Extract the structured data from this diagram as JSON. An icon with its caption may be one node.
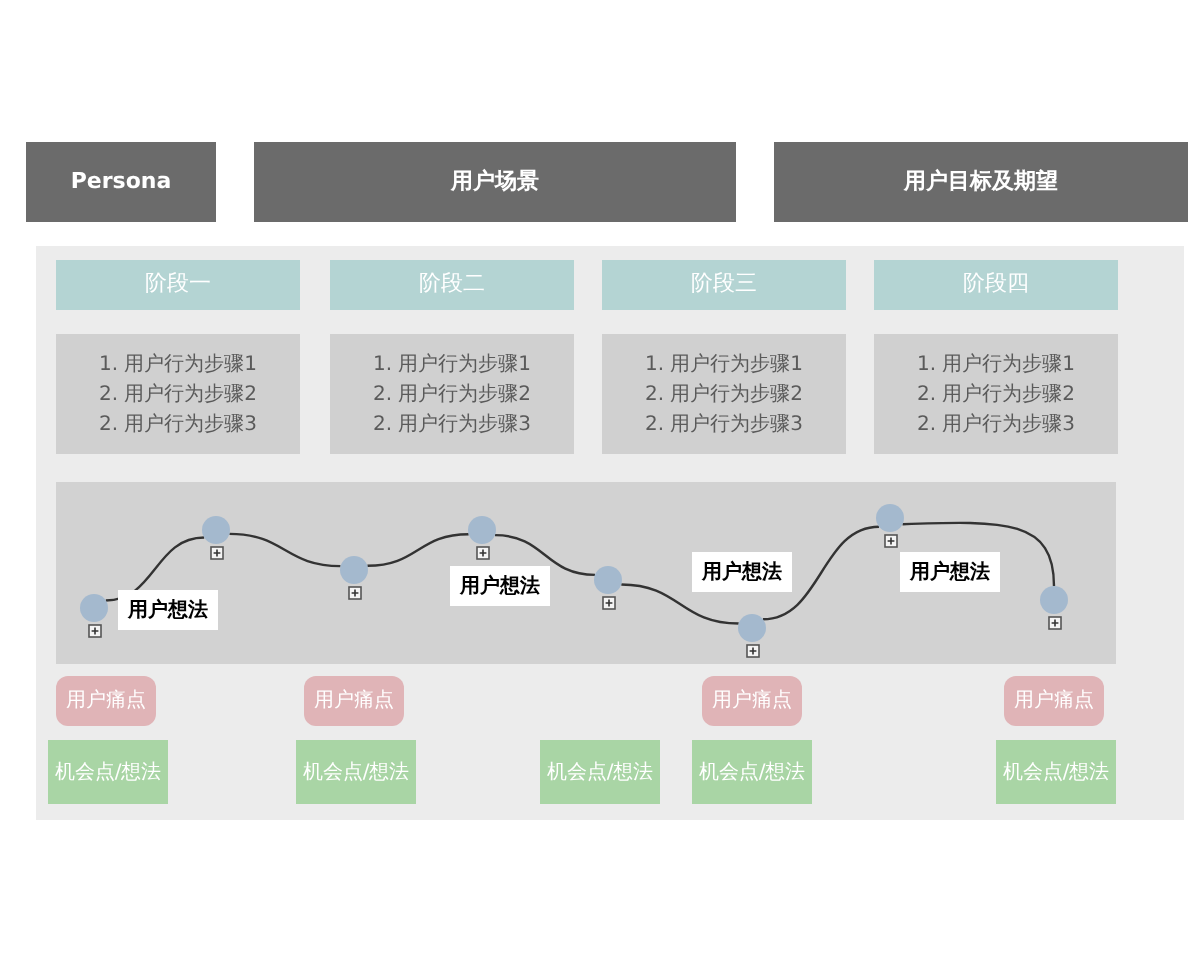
{
  "diagram": {
    "nodes": [
      {
        "text": [
          "Persona"
        ]
      },
      {
        "text": [
          "用户场景"
        ]
      },
      {
        "text": [
          "用户目标及期望"
        ]
      },
      {
        "text": [],
        "shape": "box"
      },
      {
        "text": [
          "阶段一"
        ],
        "in": 3
      },
      {
        "text": [
          "阶段二"
        ],
        "in": 3
      },
      {
        "text": [
          "阶段三"
        ],
        "in": 3
      },
      {
        "text": [
          "阶段四"
        ],
        "in": 3
      },
      {
        "text": [
          "1. 用户行为步骤1",
          "2. 用户行为步骤2",
          "2. 用户行为步骤3"
        ],
        "in": 3
      },
      {
        "text": [
          "1. 用户行为步骤1",
          "2. 用户行为步骤2",
          "2. 用户行为步骤3"
        ],
        "in": 3
      },
      {
        "text": [
          "1. 用户行为步骤1",
          "2. 用户行为步骤2",
          "2. 用户行为步骤3"
        ],
        "in": 3
      },
      {
        "text": [
          "1. 用户行为步骤1",
          "2. 用户行为步骤2",
          "2. 用户行为步骤3"
        ],
        "in": 3
      },
      {
        "text": [],
        "shape": "box",
        "in": 3
      },
      {
        "text": [],
        "shape": "circle",
        "in": 12
      },
      {
        "text": [],
        "shape": "circle",
        "in": 12
      },
      {
        "text": [],
        "shape": "circle",
        "in": 12
      },
      {
        "text": [],
        "shape": "circle",
        "in": 12
      },
      {
        "text": [],
        "shape": "circle",
        "in": 12
      },
      {
        "text": [],
        "shape": "circle",
        "in": 12
      },
      {
        "text": [],
        "shape": "circle",
        "in": 12
      },
      {
        "text": [],
        "shape": "circle",
        "in": 12
      },
      {
        "text": [
          "用户想法"
        ],
        "in": 12
      },
      {
        "text": [
          "用户想法"
        ],
        "in": 12
      },
      {
        "text": [
          "用户想法"
        ],
        "in": 12
      },
      {
        "text": [
          "用户想法"
        ],
        "in": 12
      },
      {
        "text": [
          "用户痛点"
        ],
        "in": 3
      },
      {
        "text": [
          "用户痛点"
        ],
        "in": 3
      },
      {
        "text": [
          "用户痛点"
        ],
        "in": 3
      },
      {
        "text": [
          "用户痛点"
        ],
        "in": 3
      },
      {
        "text": [
          "机会点/想法"
        ],
        "in": 3
      },
      {
        "text": [
          "机会点/想法"
        ],
        "in": 3
      },
      {
        "text": [
          "机会点/想法"
        ],
        "in": 3
      },
      {
        "text": [
          "机会点/想法"
        ],
        "in": 3
      },
      {
        "text": [
          "机会点/想法"
        ],
        "in": 3
      }
    ],
    "edges": [
      {
        "from": 13,
        "to": 14,
        "arrow": "none"
      },
      {
        "from": 14,
        "to": 15,
        "arrow": "none"
      },
      {
        "from": 15,
        "to": 16,
        "arrow": "none"
      },
      {
        "from": 16,
        "to": 17,
        "arrow": "none"
      },
      {
        "from": 17,
        "to": 18,
        "arrow": "none"
      },
      {
        "from": 18,
        "to": 19,
        "arrow": "none"
      },
      {
        "from": 19,
        "to": 20,
        "arrow": "none"
      }
    ]
  }
}
